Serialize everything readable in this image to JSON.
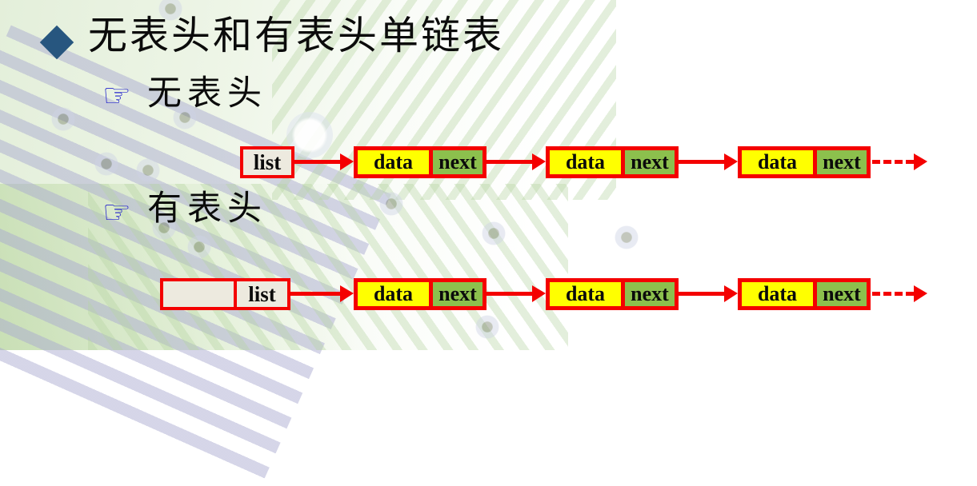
{
  "title": {
    "bullet_icon": "◆",
    "text": "无表头和有表头单链表"
  },
  "bullets": {
    "no_head": {
      "pointer_icon": "☞",
      "label": "无表头"
    },
    "with_head": {
      "pointer_icon": "☞",
      "label": "有表头"
    }
  },
  "diagram_no_head": {
    "head": {
      "label": "list"
    },
    "nodes": [
      {
        "data": "data",
        "next": "next"
      },
      {
        "data": "data",
        "next": "next"
      },
      {
        "data": "data",
        "next": "next"
      }
    ]
  },
  "diagram_with_head": {
    "head": {
      "empty": "",
      "label": "list"
    },
    "nodes": [
      {
        "data": "data",
        "next": "next"
      },
      {
        "data": "data",
        "next": "next"
      },
      {
        "data": "data",
        "next": "next"
      }
    ]
  },
  "colors": {
    "border_red": "#F40000",
    "data_yellow": "#FFFF00",
    "next_green": "#8CC04D",
    "head_beige": "#EDEADF",
    "diamond_blue": "#27567F",
    "pointer_blue": "#2424CC",
    "text_black": "#0B0B0B"
  }
}
